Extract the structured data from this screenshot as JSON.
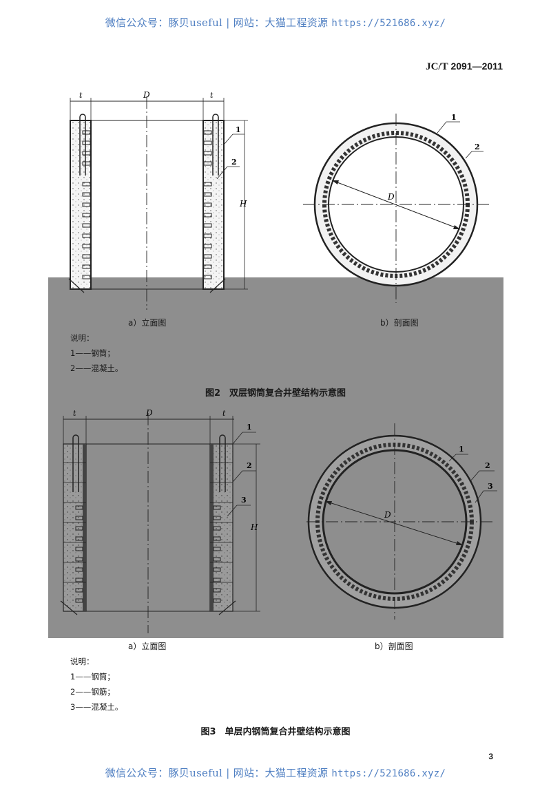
{
  "watermark": {
    "text": "微信公众号：豚贝useful | 网站：大猫工程资源 ",
    "url": "https://521686.xyz/"
  },
  "header": {
    "standard_code_prefix": "JC/T",
    "standard_code_number": "2091—2011"
  },
  "figure2": {
    "elevation": {
      "labels": {
        "t_left": "t",
        "D": "D",
        "t_right": "t",
        "H": "H",
        "callout1": "1",
        "callout2": "2"
      },
      "caption": "a）立面图"
    },
    "section": {
      "labels": {
        "D": "D",
        "callout1": "1",
        "callout2": "2"
      },
      "caption": "b）剖面图"
    },
    "legend": {
      "title": "说明：",
      "items": [
        "1——钢筒；",
        "2——混凝土。"
      ]
    },
    "title": "图2　双层钢筒复合井壁结构示意图"
  },
  "figure3": {
    "elevation": {
      "labels": {
        "t_left": "t",
        "D": "D",
        "t_right": "t",
        "H": "H",
        "callout1": "1",
        "callout2": "2",
        "callout3": "3"
      },
      "caption": "a）立面图"
    },
    "section": {
      "labels": {
        "D": "D",
        "callout1": "1",
        "callout2": "2",
        "callout3": "3"
      },
      "caption": "b）剖面图"
    },
    "legend": {
      "title": "说明：",
      "items": [
        "1——钢筒；",
        "2——钢筋；",
        "3——混凝土。"
      ]
    },
    "title": "图3　单层内钢筒复合井壁结构示意图"
  },
  "footer": {
    "page_number": "3"
  }
}
